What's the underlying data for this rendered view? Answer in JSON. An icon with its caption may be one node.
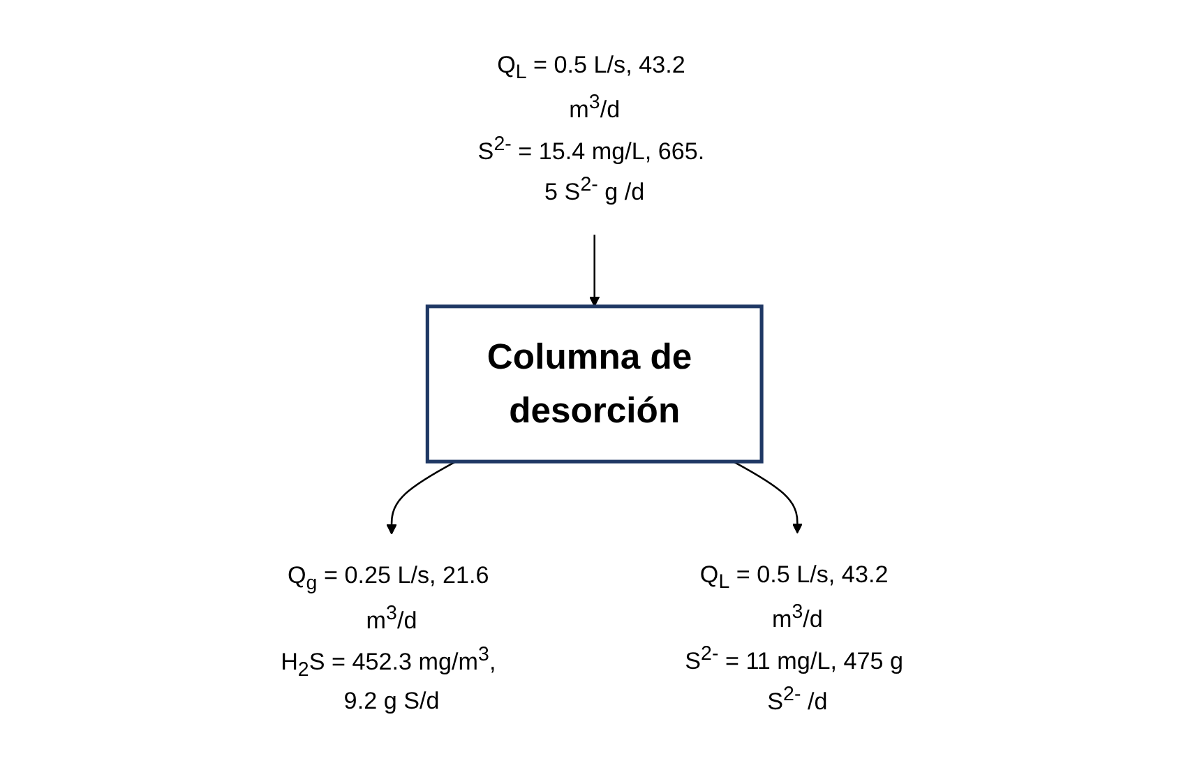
{
  "diagram": {
    "nodes": [
      {
        "text": [
          "Q$_{L}$ = 0.5 L/s, 43.2 m$^{3}$/d",
          "S$^{2-}$ = 15.4 mg/L, 665. 5 S$^{2-}$ g /d"
        ]
      },
      {
        "text": [
          "Q$_{g}$ = 0.25 L/s, 21.6 m$^{3}$/d",
          "H$_{2}$S = 452.3 mg/m$^{3}$, 9.2 g S/d"
        ]
      },
      {
        "text": [
          "Columna de desorción"
        ]
      },
      {
        "text": [
          "Q$_{L}$ = 0.5 L/s, 43.2 m$^{3}$/d",
          "S$^{2-}$ = 11 mg/L, 475 g S$^{2-}$ /d"
        ]
      }
    ],
    "edges": [
      {
        "from": 0,
        "to": 2,
        "arrow": "to"
      },
      {
        "from": 2,
        "to": 1,
        "arrow": "to"
      },
      {
        "from": 2,
        "to": 3,
        "arrow": "to"
      }
    ]
  }
}
